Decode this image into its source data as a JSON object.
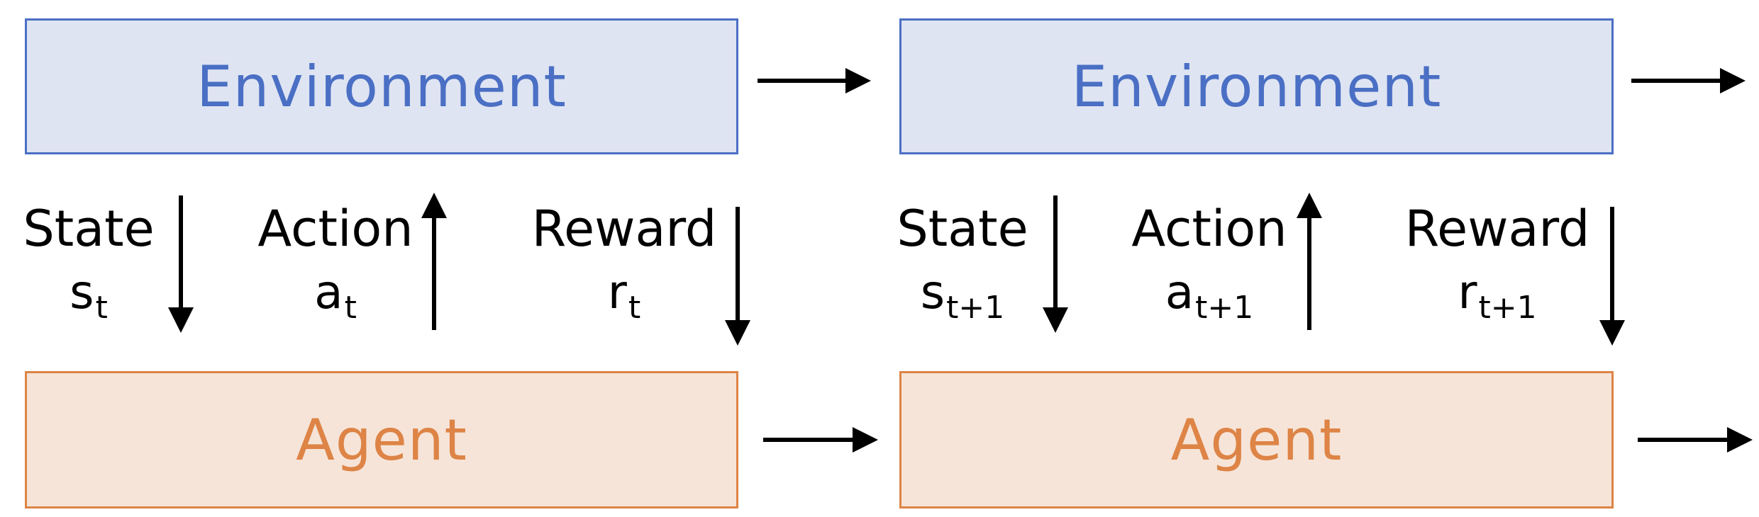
{
  "steps": [
    {
      "environment_label": "Environment",
      "agent_label": "Agent",
      "signals": {
        "state": {
          "label": "State",
          "symbol": "s",
          "subscript": "t"
        },
        "action": {
          "label": "Action",
          "symbol": "a",
          "subscript": "t"
        },
        "reward": {
          "label": "Reward",
          "symbol": "r",
          "subscript": "t"
        }
      }
    },
    {
      "environment_label": "Environment",
      "agent_label": "Agent",
      "signals": {
        "state": {
          "label": "State",
          "symbol": "s",
          "subscript": "t+1"
        },
        "action": {
          "label": "Action",
          "symbol": "a",
          "subscript": "t+1"
        },
        "reward": {
          "label": "Reward",
          "symbol": "r",
          "subscript": "t+1"
        }
      }
    }
  ],
  "colors": {
    "environment_fill": "#dee4f2",
    "environment_border": "#4a6fc4",
    "agent_fill": "#f6e4d8",
    "agent_border": "#dd8446",
    "arrow": "#000000"
  }
}
